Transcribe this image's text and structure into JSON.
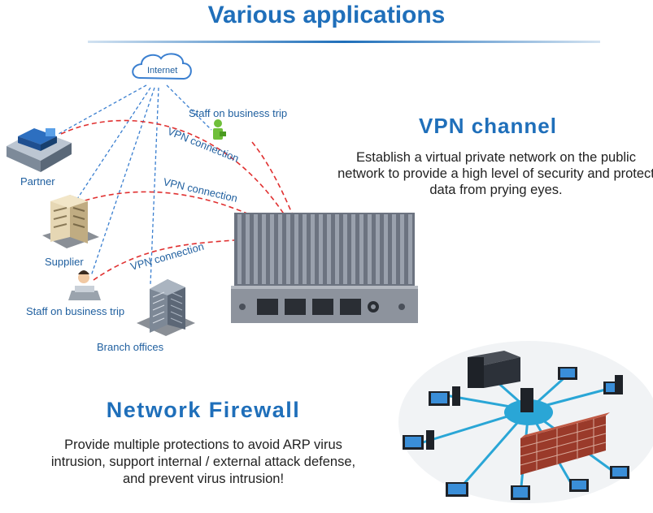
{
  "title": "Various applications",
  "diagram": {
    "internet_label": "Internet",
    "nodes": {
      "partner": "Partner",
      "supplier": "Supplier",
      "staff_left": "Staff on business trip",
      "branch": "Branch offices",
      "staff_top": "Staff on business trip"
    },
    "connection_labels": [
      "VPN connection",
      "VPN connection",
      "VPN connection"
    ]
  },
  "vpn": {
    "heading": "VPN channel",
    "description": "Establish a virtual private network on the public network to provide a high level of security and protect data from prying eyes."
  },
  "firewall": {
    "heading": "Network Firewall",
    "description": "Provide multiple protections to avoid ARP virus intrusion, support internal / external attack defense, and prevent virus intrusion!"
  },
  "colors": {
    "accent": "#1f6fba",
    "vpn_line": "#e03030",
    "link_line": "#3a7fd0",
    "wall": "#9a3a2a"
  }
}
